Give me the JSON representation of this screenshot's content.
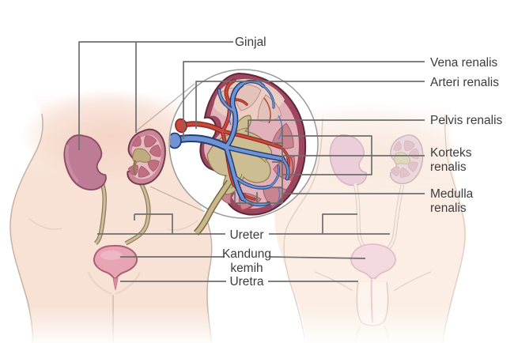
{
  "diagram": {
    "labels": {
      "ginjal": "Ginjal",
      "vena_renalis": "Vena renalis",
      "arteri_renalis": "Arteri renalis",
      "pelvis_renalis": "Pelvis renalis",
      "korteks_line1": "Korteks",
      "korteks_line2": "renalis",
      "medulla_line1": "Medulla",
      "medulla_line2": "renalis",
      "ureter": "Ureter",
      "kandung_line1": "Kandung",
      "kandung_line2": "kemih",
      "uretra": "Uretra"
    },
    "colors": {
      "background": "#ffffff",
      "skin": "#f8e2d5",
      "skin_outline": "#c6b2a3",
      "kidney_whole": "#bd7b95",
      "kidney_outline": "#8a4a62",
      "kidney_capsule": "#9c4660",
      "kidney_cortex": "#e2b1ba",
      "medulla_pyramid": "#c9858f",
      "renal_pelvis_tan": "#cdbd93",
      "vein_blue": "#7193d3",
      "vein_dark": "#203f75",
      "artery_red": "#c9483c",
      "artery_dark": "#8a2a24",
      "bladder_pink": "#e6a4b4",
      "bladder_outline": "#ad5f74",
      "ureter_tan": "#c9b88e",
      "leader_line": "#6e6e6e",
      "label_text": "#3c3c3c"
    }
  }
}
